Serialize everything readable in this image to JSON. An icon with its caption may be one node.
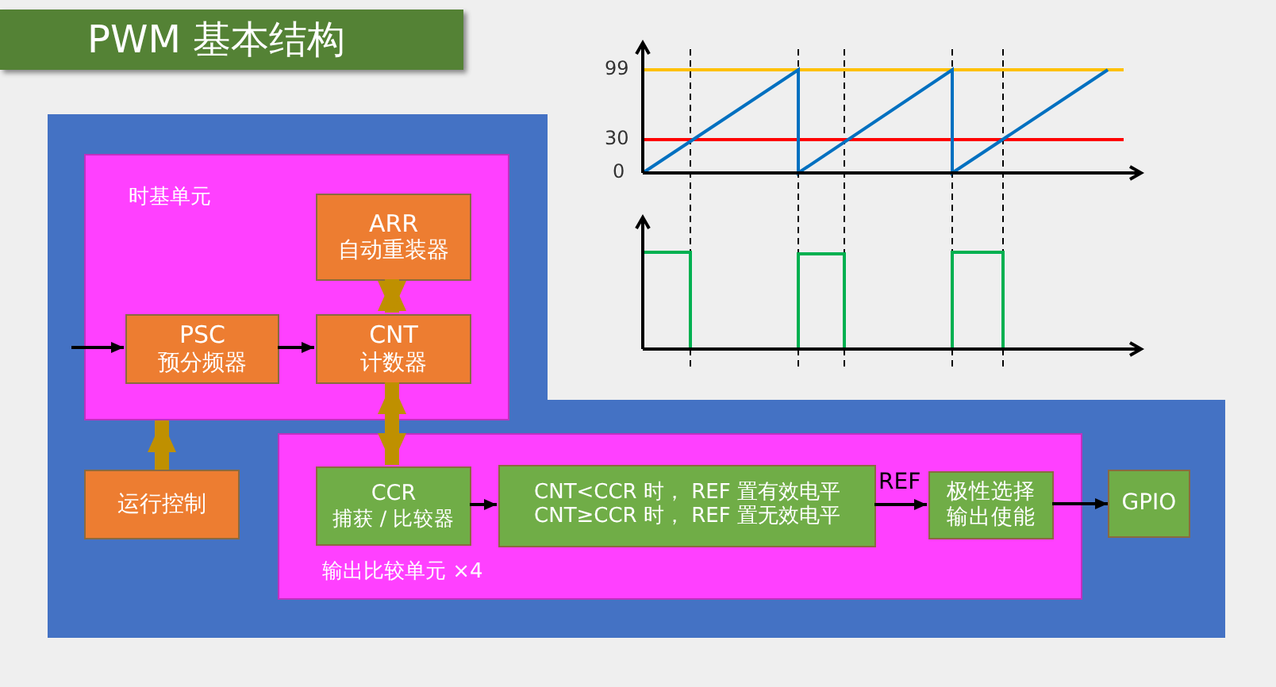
{
  "diagram": {
    "title": "PWM 基本结构",
    "nodes": [
      {
        "text": [
          "时基单元"
        ]
      },
      {
        "text": [
          "ARR",
          "自动重装器"
        ],
        "in": 0
      },
      {
        "text": [
          "PSC",
          "预分频器"
        ],
        "in": 0
      },
      {
        "text": [
          "CNT",
          "计数器"
        ],
        "in": 0
      },
      {
        "text": [
          "运行控制"
        ]
      },
      {
        "text": [
          "输出比较单元 ×4"
        ]
      },
      {
        "text": [
          "CCR",
          "捕获 / 比较器"
        ],
        "in": 5
      },
      {
        "text": [
          "CNT<CCR 时， REF 置有效电平",
          "CNT≥CCR 时， REF 置无效电平"
        ],
        "in": 5
      },
      {
        "text": [
          "极性选择输出使能"
        ],
        "in": 5
      },
      {
        "text": [
          "GPIO"
        ]
      }
    ],
    "edges": [
      {
        "from": null,
        "to": 2,
        "arrow": "to"
      },
      {
        "from": 2,
        "to": 3,
        "arrow": "to"
      },
      {
        "from": 1,
        "to": 3,
        "arrow": "both",
        "style": "thick",
        "color": "#bf9000"
      },
      {
        "from": 4,
        "to": 0,
        "arrow": "to",
        "style": "thick",
        "color": "#bf9000"
      },
      {
        "from": 3,
        "to": 6,
        "arrow": "both",
        "style": "thick",
        "color": "#bf9000"
      },
      {
        "from": 6,
        "to": 7,
        "arrow": "to"
      },
      {
        "from": 7,
        "to": 8,
        "arrow": "to",
        "label": "REF"
      },
      {
        "from": 8,
        "to": 9,
        "arrow": "to"
      }
    ],
    "labels": [
      "99",
      "30",
      "0"
    ]
  }
}
